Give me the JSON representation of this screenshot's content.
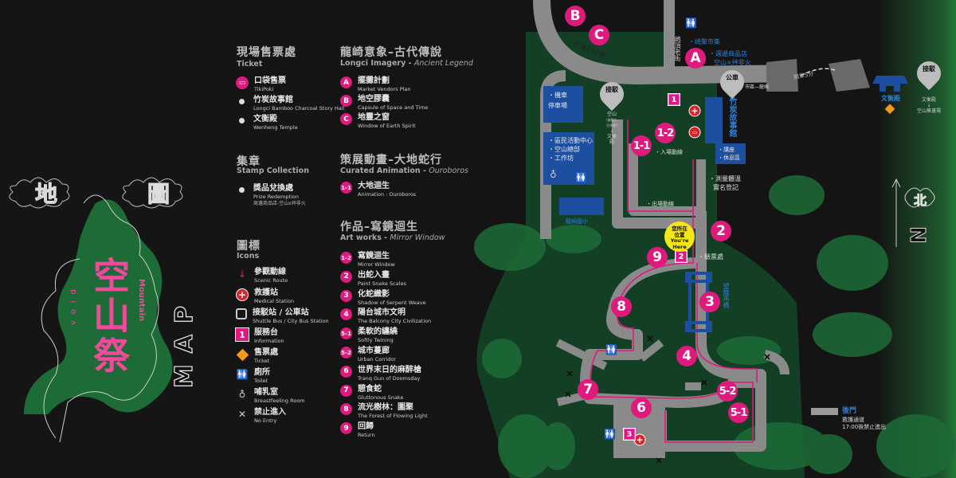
{
  "logo": {
    "chars": [
      "地",
      "圖"
    ],
    "title_vertical": "空山祭",
    "void": "void",
    "mountain": "Mountain",
    "map": "MAP"
  },
  "legend": {
    "ticket": {
      "title": "現場售票處",
      "subtitle": "Ticket",
      "items": [
        {
          "icon": "tikipoki-icon",
          "zh": "口袋售票",
          "en": "TikiPoki"
        },
        {
          "icon": "dot",
          "zh": "竹炭故事館",
          "en": "Longci Bamboo Charcoal Story Hall"
        },
        {
          "icon": "dot",
          "zh": "文衡殿",
          "en": "Wenheng Temple"
        }
      ]
    },
    "stamp": {
      "title": "集章",
      "subtitle": "Stamp Collection",
      "items": [
        {
          "icon": "dot",
          "zh": "獎品兌換處",
          "en": "Prize Redemption",
          "extra": "周邊商品店-空山x艸非火"
        }
      ]
    },
    "icons": {
      "title": "圖標",
      "subtitle": "Icons",
      "items": [
        {
          "icon": "scenic-route-arrow-icon",
          "zh": "參觀動線",
          "en": "Scenic Route"
        },
        {
          "icon": "medical-cross-icon",
          "zh": "救護站",
          "en": "Medical Station"
        },
        {
          "icon": "bus-icon",
          "zh": "接駁站 / 公車站",
          "en": "Shuttle Bus / City Bus Station"
        },
        {
          "icon": "information-icon",
          "mark": "1",
          "zh": "服務台",
          "en": "Information"
        },
        {
          "icon": "ticket-diamond-icon",
          "zh": "售票處",
          "en": "Ticket"
        },
        {
          "icon": "toilet-icon",
          "zh": "廁所",
          "en": "Toilet"
        },
        {
          "icon": "breastfeeding-icon",
          "zh": "哺乳室",
          "en": "Breastfeeling Room"
        },
        {
          "icon": "no-entry-icon",
          "zh": "禁止進入",
          "en": "No Entry"
        }
      ]
    },
    "imagery": {
      "title": "龍崎意象–古代傳說",
      "subtitle_main": "Longci Imagery - ",
      "subtitle_italic": "Ancient Legend",
      "items": [
        {
          "mark": "A",
          "zh": "擺攤計劃",
          "en": "Market Vendors Plan"
        },
        {
          "mark": "B",
          "zh": "地空膠囊",
          "en": "Capsule of Space and Time"
        },
        {
          "mark": "C",
          "zh": "地靈之窗",
          "en": "Window of Earth Spirit"
        }
      ]
    },
    "animation": {
      "title": "策展動畫–大地蛇行",
      "subtitle_main": "Curated Animation - ",
      "subtitle_italic": "Ouroboros",
      "items": [
        {
          "mark": "1-1",
          "zh": "大地迴生",
          "en": "Animation : Ouroboros"
        }
      ]
    },
    "artworks": {
      "title": "作品–寫鏡迴生",
      "subtitle_main": "Art works - ",
      "subtitle_italic": "Mirror Window",
      "items": [
        {
          "mark": "1-2",
          "zh": "寫鏡迴生",
          "en": "Mirror Window"
        },
        {
          "mark": "2",
          "zh": "出蛇入畫",
          "en": "Paint Snake Scales"
        },
        {
          "mark": "3",
          "zh": "化蛇織影",
          "en": "Shadow of Serpent Weave"
        },
        {
          "mark": "4",
          "zh": "陽台城市文明",
          "en": "The Balcony City Civilization"
        },
        {
          "mark": "5-1",
          "zh": "柔軟的纏繞",
          "en": "Softly Twining"
        },
        {
          "mark": "5-2",
          "zh": "城市蔓廊",
          "en": "Urban Corridor"
        },
        {
          "mark": "6",
          "zh": "世界末日的麻醉槍",
          "en": "Tranq Gun of Doomsday"
        },
        {
          "mark": "7",
          "zh": "憩食蛇",
          "en": "Gluttonous Snake"
        },
        {
          "mark": "8",
          "zh": "流光樹林：圍聚",
          "en": "The Forest of Flowing Light"
        },
        {
          "mark": "9",
          "zh": "回歸",
          "en": "Return"
        }
      ]
    }
  },
  "map": {
    "markers": {
      "A": "A",
      "B": "B",
      "C": "C",
      "m11": "1-1",
      "m12": "1-2",
      "m2": "2",
      "m3": "3",
      "m4": "4",
      "m51": "5-1",
      "m52": "5-2",
      "m6": "6",
      "m7": "7",
      "m8": "8",
      "m9": "9"
    },
    "info": [
      "1",
      "2",
      "3"
    ],
    "labels": {
      "road182": "市道182線",
      "old_street": "崎頂老街",
      "market": "・崎聚市集",
      "shop1": "・週邊商品店",
      "shop2": "空山×艸非火",
      "bus_city": "公車",
      "shuttle": "接駁",
      "city_route": "市區—龍崎",
      "drive": "開車5分",
      "shuttle1_a": "空山",
      "shuttle1_b": "(接駁小巴停靠)",
      "shuttle1_c": "↓",
      "shuttle1_d": "文衡殿",
      "shuttle2_a": "文衡殿",
      "shuttle2_b": "↓",
      "shuttle2_c": "空山無邊場",
      "temple": "文衡殿",
      "parking": "・機車\n停車場",
      "community": "・區民活動中心\n・空山總部\n・工作坊",
      "story_hall": "竹炭故事館",
      "lounge": "・講座\n・休息區",
      "entry": "・入場動線",
      "temp1": "・測量體溫",
      "temp2": "實名登記",
      "exit": "・出場動線",
      "school": "龍崎國小",
      "you_zh": "您所在位置",
      "you_en": "You're Here",
      "ticket_check": "・驗票處",
      "bridge": "望龍吊橋",
      "back_gate": "後門",
      "rescue1": "救護通道",
      "rescue2": "17:00後禁止進出"
    },
    "compass": {
      "zh": "北",
      "en": "N"
    },
    "colors": {
      "route": "#e0197d",
      "road": "#8a8a8a",
      "building": "#1c4fa0",
      "park": "#0f3a22",
      "ticket": "#f39a1e",
      "you_here": "#f5e61a"
    }
  }
}
